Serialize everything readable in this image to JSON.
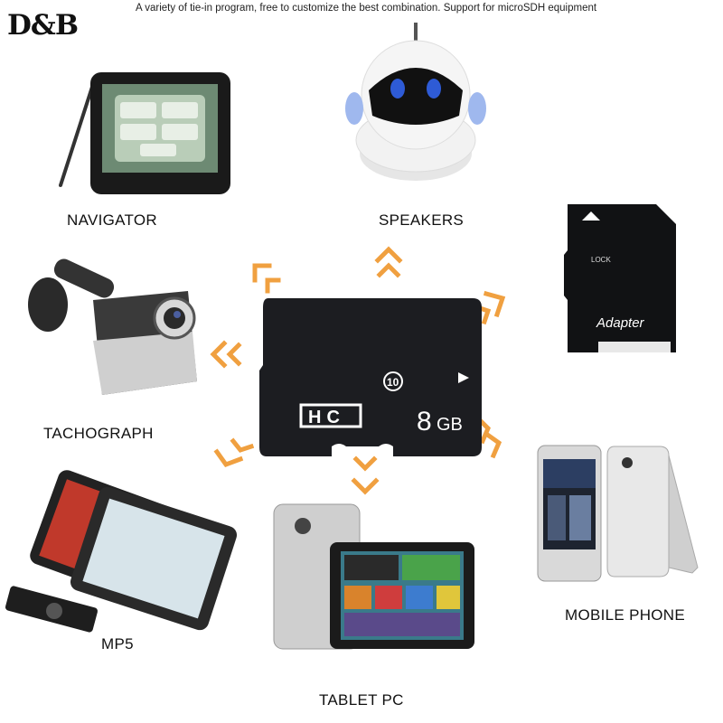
{
  "brand": {
    "logo": "D&B"
  },
  "tagline": "A variety of tie-in program, free to customize the best combination. Support for microSDH equipment",
  "card": {
    "class_mark": "10",
    "hc_mark": "HC",
    "capacity_number": "8",
    "capacity_unit": "GB"
  },
  "adapter": {
    "lock_text": "LOCK",
    "label": "Adapter"
  },
  "devices": {
    "navigator": "NAVIGATOR",
    "speakers": "SPEAKERS",
    "tachograph": "TACHOGRAPH",
    "mp5": "MP5",
    "tablet_pc": "TABLET PC",
    "mobile_phone": "MOBILE PHONE"
  },
  "colors": {
    "arrow": "#f0a040",
    "card": "#1c1d21",
    "adapter": "#111214"
  },
  "icons": [
    "navigator-image",
    "speaker-robot-image",
    "dashcam-image",
    "mp5-player-image",
    "tablet-image",
    "mobile-phone-image",
    "sd-adapter-image",
    "microsd-card-image"
  ]
}
